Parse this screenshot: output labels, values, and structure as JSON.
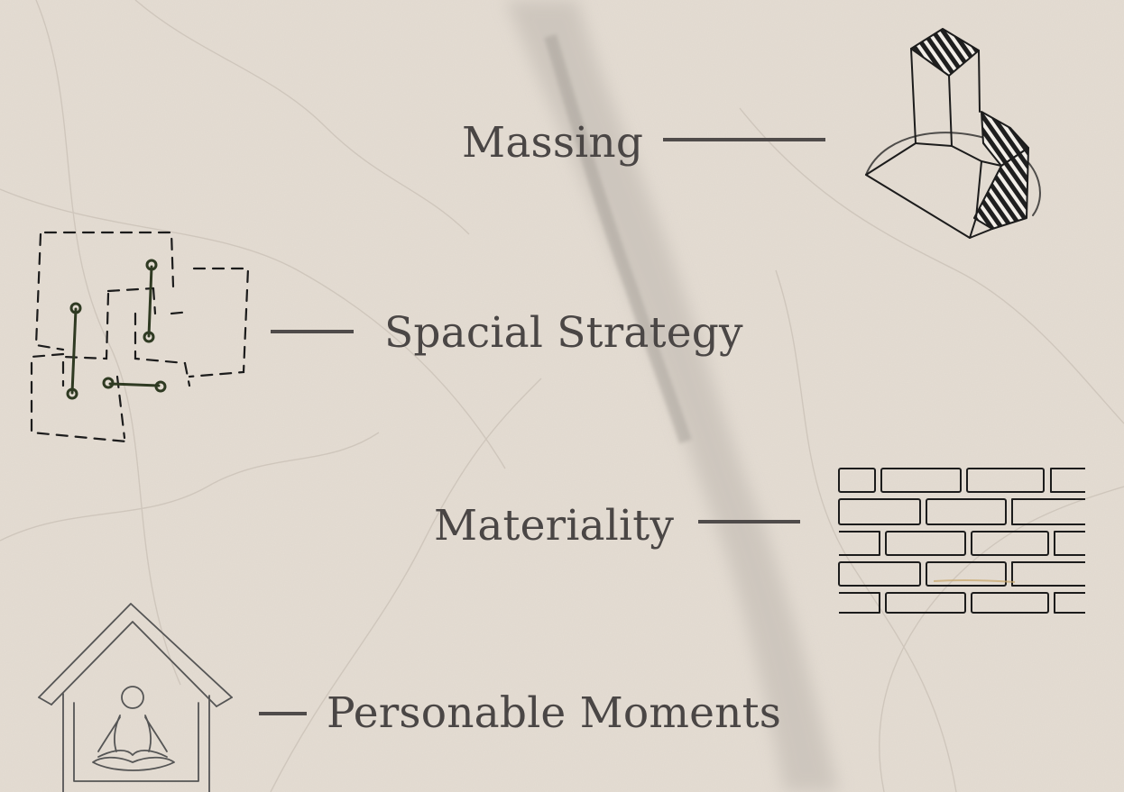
{
  "background": {
    "color": "#e4dcd2",
    "texture": "crumpled paper"
  },
  "labels": {
    "massing": "Massing",
    "spacial_strategy": "Spacial Strategy",
    "materiality": "Materiality",
    "personable_moments": "Personable Moments"
  },
  "colors": {
    "text": "#4a4645",
    "rule": "#4f4b4a",
    "sketch": "#1c1c1c",
    "accent_sketch": "#2f3a22"
  },
  "icons": [
    "massing-sketch-icon",
    "spatial-strategy-sketch-icon",
    "brick-wall-sketch-icon",
    "meditation-house-sketch-icon"
  ]
}
